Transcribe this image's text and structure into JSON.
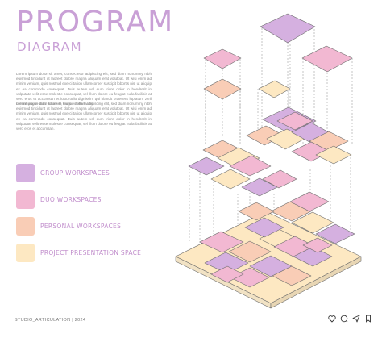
{
  "header": {
    "title": "PROGRAM",
    "subtitle": "DIAGRAM"
  },
  "paragraphs": [
    "Lorem ipsum dolor sit amet, consectetur adipiscing elit, sed diam nonummy nibh euismod tincidunt ut laoreet dolore magna aliquam erat volutpat. Ut wisi enim ad minim veniam, quis nostrud exerci tation ullamcorper suscipit lobortis nisl ut aliquip ex ea commodo consequat. Duis autem vel eum iriure dolor in hendrerit in vulputate velit esse molestie consequat, vel illum dolore eu feugiat nulla facilisis at vero eros et accumsan et iusto odio dignissim qui blandit praesent luptatum zzril delenit augue duis dolore te feugait nulla facilisi.",
    "Lorem ipsum dolor sit amet, cons ectetuer adipiscing elit, sed diam nonummy nibh euismod tincidunt ut laoreet dolore magna aliquam erat volutpat. Ut wisi enim ad minim veniam, quis nostrud exerci tation ullamcorper suscipit lobortis nisl ut aliquip ex ea commodo consequat. Duis autem vel eum iriure dolor in hendrerit in vulputate velit esse molestie consequat, vel illum dolore eu feugiat nulla facilisis at vero eros et accumsan."
  ],
  "legend": [
    {
      "label": "GROUP WORKSPACES",
      "color": "#d5b0e0"
    },
    {
      "label": "DUO WORKSPACES",
      "color": "#f2b8d2"
    },
    {
      "label": "PERSONAL WORKSPACES",
      "color": "#f9cdb6"
    },
    {
      "label": "PROJECT PRESENTATION SPACE",
      "color": "#fde8c2"
    }
  ],
  "footer": "STUDIO_ARTICULATION | 2024",
  "icons": [
    "heart-icon",
    "comment-icon",
    "send-icon",
    "bookmark-icon"
  ],
  "colors": {
    "accent": "#c9a0d6",
    "group": "#d5b0e0",
    "duo": "#f2b8d2",
    "personal": "#f9cdb6",
    "presentation": "#fde8c2",
    "outline": "#6b6b6b"
  }
}
